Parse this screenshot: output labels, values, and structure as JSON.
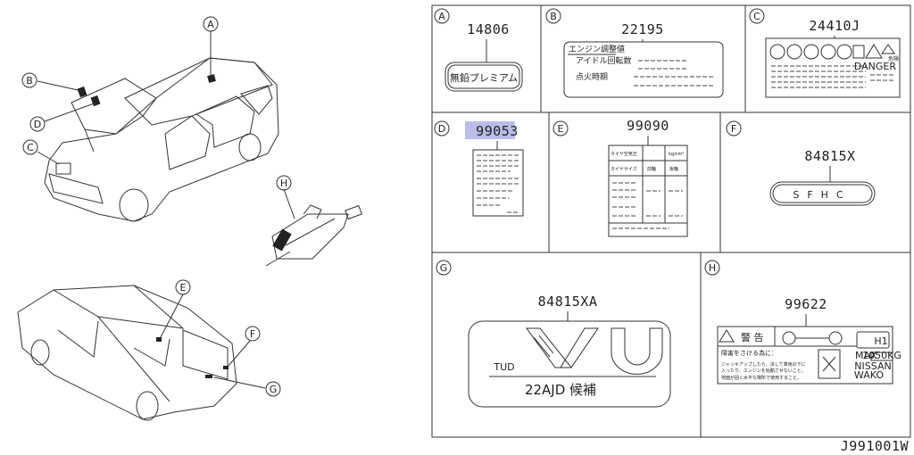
{
  "diagram_id": "J991001W",
  "callouts": {
    "A": {
      "letter": "A",
      "part": "14806",
      "label_text": "無鉛プレミアム"
    },
    "B": {
      "letter": "B",
      "part": "22195",
      "title": "エンジン調整値",
      "line1": "アイドル回転数",
      "line2": "点火時期"
    },
    "C": {
      "letter": "C",
      "part": "24410J",
      "danger": "DANGER",
      "warn": "危険"
    },
    "D": {
      "letter": "D",
      "part": "99053"
    },
    "E": {
      "letter": "E",
      "part": "99090",
      "h1": "タイヤ空気圧",
      "h2": "kg/cm²",
      "h3": "タイヤサイズ",
      "h4": "前輪",
      "h5": "後輪"
    },
    "F": {
      "letter": "F",
      "part": "84815X",
      "emblem": "SFHC"
    },
    "G": {
      "letter": "G",
      "part": "84815XA",
      "emblem_top": "TUD",
      "emblem_bottom": "22AJD 候補"
    },
    "H": {
      "letter": "H",
      "part": "99622",
      "warn_title": "警 告",
      "warn_sub": "障害をさける為に：",
      "w1": "ジャッキアップしたら、決して車両の下に",
      "w2": "入ったり、エンジンを始動させないこと。",
      "w3": "地面が固く水平な場所で使用すること。",
      "model": "H1",
      "max": "MAX",
      "max_value": "1050KG",
      "brand": "NISSAN",
      "maker": "WAKO"
    }
  },
  "scene_labels": [
    "A",
    "B",
    "D",
    "C",
    "H",
    "E",
    "F",
    "G"
  ]
}
